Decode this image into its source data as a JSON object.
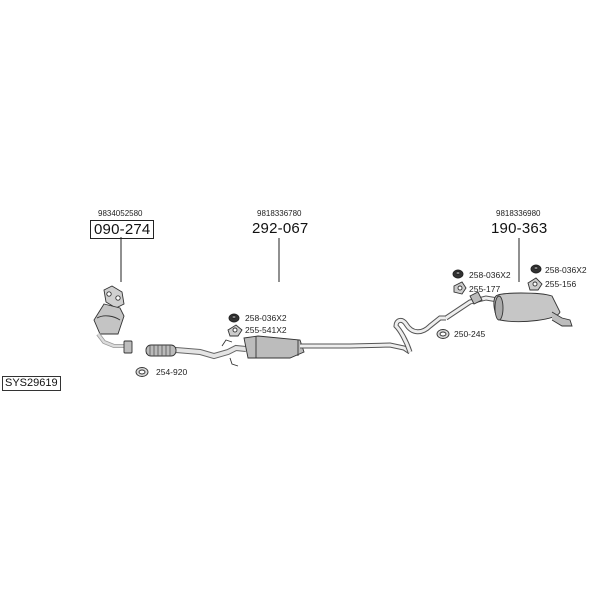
{
  "diagram": {
    "system_code": "SYS29619",
    "groups": [
      {
        "part_no": "9834052580",
        "ref": "090-274",
        "boxed": true
      },
      {
        "part_no": "9818336780",
        "ref": "292-067",
        "boxed": false
      },
      {
        "part_no": "9818336980",
        "ref": "190-363",
        "boxed": false
      }
    ],
    "accessories": [
      {
        "label": "254-920"
      },
      {
        "label": "258-036X2"
      },
      {
        "label": "255-541X2"
      },
      {
        "label": "258-036X2"
      },
      {
        "label": "255-177"
      },
      {
        "label": "250-245"
      },
      {
        "label": "258-036X2"
      },
      {
        "label": "255-156"
      }
    ]
  }
}
